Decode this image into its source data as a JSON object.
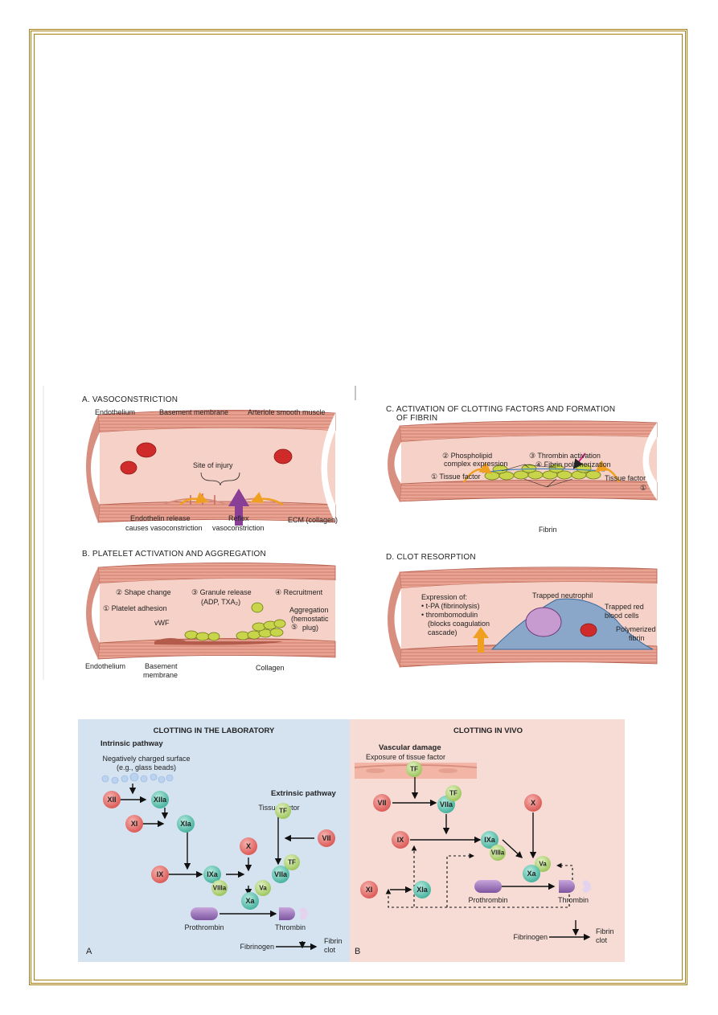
{
  "panelA": {
    "title": "A. VASOCONSTRICTION",
    "endothelium": "Endothelium",
    "basement": "Basement membrane",
    "smooth": "Arteriole smooth muscle",
    "injury": "Site of injury",
    "endothelin1": "Endothelin release",
    "endothelin2": "causes vasoconstriction",
    "reflex1": "Reflex",
    "reflex2": "vasoconstriction",
    "ecm": "ECM (collagen)"
  },
  "panelB": {
    "title": "B. PLATELET ACTIVATION AND AGGREGATION",
    "shape": "② Shape change",
    "granule1": "③ Granule release",
    "granule2": "(ADP, TXA₂)",
    "recruit": "④ Recruitment",
    "adhesion": "① Platelet adhesion",
    "vwf": "vWF",
    "aggr1": "Aggregation",
    "aggr2": "(hemostatic",
    "aggr3": "plug)",
    "aggr_num": "⑤",
    "endothelium": "Endothelium",
    "basement1": "Basement",
    "basement2": "membrane",
    "collagen": "Collagen"
  },
  "panelC": {
    "title1": "C. ACTIVATION OF CLOTTING FACTORS AND FORMATION",
    "title2": "OF FIBRIN",
    "phospho1": "② Phospholipid",
    "phospho2": "complex expression",
    "thrombin": "③ Thrombin activation",
    "fibrinpoly": "④ Fibrin polymerization",
    "tf_left": "① Tissue factor",
    "tf_right": "Tissue factor",
    "tf_right_num": "①",
    "fibrin": "Fibrin"
  },
  "panelD": {
    "title": "D. CLOT RESORPTION",
    "expr1": "Expression of:",
    "expr2": "• t-PA (fibrinolysis)",
    "expr3": "• thrombomodulin",
    "expr4": "(blocks coagulation",
    "expr5": "cascade)",
    "neutrophil": "Trapped neutrophil",
    "rbc1": "Trapped red",
    "rbc2": "blood cells",
    "fibrin1": "Polymerized",
    "fibrin2": "fibrin"
  },
  "lab": {
    "title": "CLOTTING IN THE LABORATORY",
    "intrinsic": "Intrinsic pathway",
    "surface1": "Negatively charged surface",
    "surface2": "(e.g., glass beads)",
    "extrinsic": "Extrinsic pathway",
    "tissue": "Tissue factor",
    "prothrombin": "Prothrombin",
    "thrombin": "Thrombin",
    "fibrinogen": "Fibrinogen",
    "fibrin1": "Fibrin",
    "fibrin2": "clot",
    "corner": "A",
    "f": {
      "XII": "XII",
      "XIIa": "XIIa",
      "XI": "XI",
      "XIa": "XIa",
      "IX": "IX",
      "IXa": "IXa",
      "VIIIa": "VIIIa",
      "X": "X",
      "Xa": "Xa",
      "Va": "Va",
      "VIIa": "VIIa",
      "TF": "TF",
      "TF2": "TF",
      "VII": "VII"
    }
  },
  "vivo": {
    "title": "CLOTTING IN VIVO",
    "damage": "Vascular damage",
    "exposure": "Exposure of tissue factor",
    "prothrombin": "Prothrombin",
    "thrombin": "Thrombin",
    "fibrinogen": "Fibrinogen",
    "fibrin1": "Fibrin",
    "fibrin2": "clot",
    "corner": "B",
    "f": {
      "TF": "TF",
      "VII": "VII",
      "VIIa": "VIIa",
      "TF2": "TF",
      "X": "X",
      "IX": "IX",
      "IXa": "IXa",
      "VIIIa": "VIIIa",
      "Va": "Va",
      "Xa": "Xa",
      "XI": "XI",
      "XIa": "XIa"
    }
  },
  "colors": {
    "border": "#a47f10",
    "red": "#e06a6a",
    "teal": "#63c7b3",
    "green": "#b9dc7a",
    "lab_bg": "#d5e3f1",
    "vivo_bg": "#f7dcd6"
  }
}
